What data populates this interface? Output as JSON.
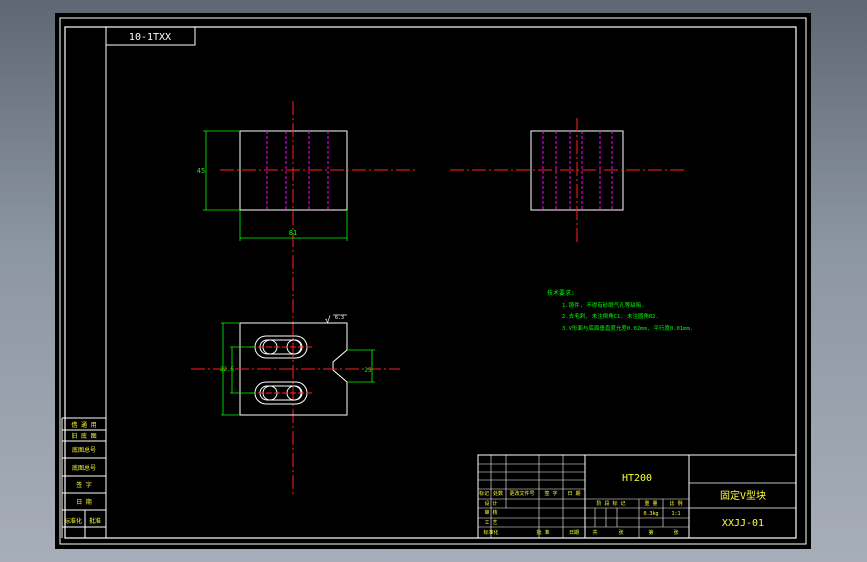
{
  "drawing": {
    "label_box_text": "10-1TXX",
    "material": "HT200",
    "part_name": "固定V型块",
    "drawing_number": "XXJJ-01",
    "dim_height": "45",
    "dim_width": "81",
    "dim_slot_spacing": "22.5",
    "dim_v_width": "25",
    "surface_symbol": "√",
    "surface_roughness": "6.3",
    "scale": "1:1",
    "mass_label": "重量",
    "scale_label": "比例",
    "mass_value": "0.3kg",
    "sheet_left": "共",
    "sheet_right": "张",
    "sheet_mid_left": "第",
    "sheet_mid_right": "张"
  },
  "notes": {
    "title": "技术要求:",
    "items": [
      "1.铸件, 不得有砂眼气孔等缺陷.",
      "2.去毛刺, 未注倒角C1, 未注圆角R2.",
      "3.V形面与底面垂直度允差0.02mm, 平行度0.01mm."
    ]
  },
  "left_table": {
    "rows": [
      "借 通 用",
      "旧 底 图",
      "底图总号",
      "底图总号",
      "签 字",
      "日 期",
      "标准化",
      "批准"
    ]
  },
  "title_block": {
    "header_cells": [
      "标记",
      "处数",
      "更改文件号",
      "签 字",
      "日 期"
    ],
    "role_cells": [
      "设 计",
      "审 核",
      "工 艺",
      "标准化"
    ],
    "stage_cells": [
      "阶 段 标 记",
      "重 量",
      "比 例"
    ],
    "approve_label": "批 准",
    "date_label": "日期"
  }
}
